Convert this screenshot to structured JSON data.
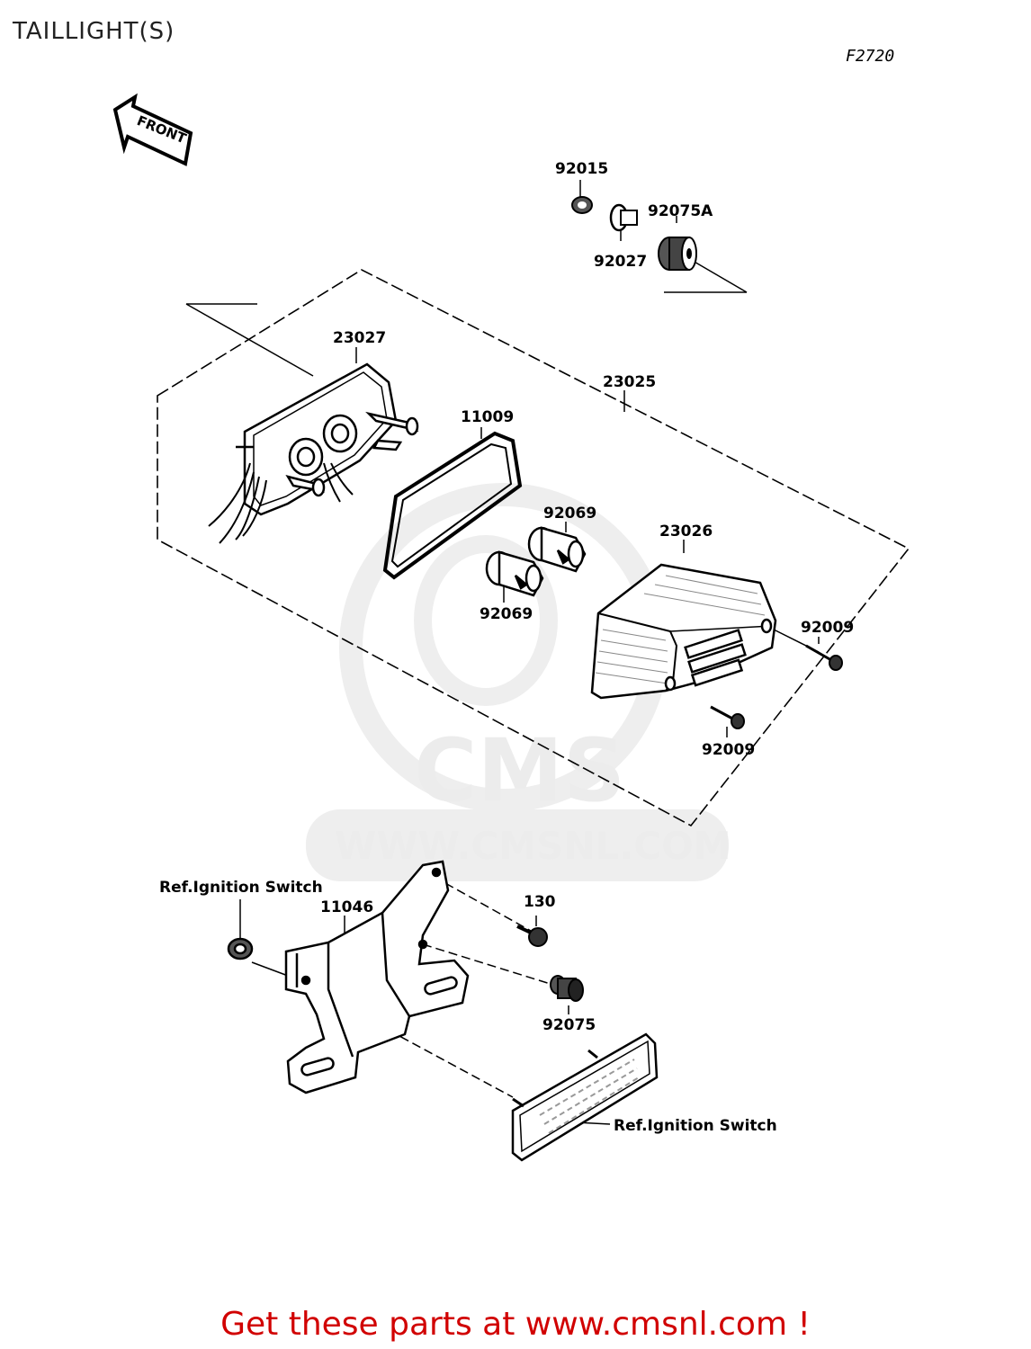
{
  "title": "TAILLIGHT(S)",
  "figure_code": "F2720",
  "front_arrow": "FRONT",
  "watermark": {
    "brand": "CMS",
    "url": "WWW.CMSNL.COM"
  },
  "parts": [
    {
      "number": "92015"
    },
    {
      "number": "92075A"
    },
    {
      "number": "92027"
    },
    {
      "number": "23027"
    },
    {
      "number": "23025"
    },
    {
      "number": "11009"
    },
    {
      "number": "92069"
    },
    {
      "number": "23026"
    },
    {
      "number": "92069"
    },
    {
      "number": "92009"
    },
    {
      "number": "92009"
    },
    {
      "number": "Ref.Ignition Switch"
    },
    {
      "number": "11046"
    },
    {
      "number": "130"
    },
    {
      "number": "92075"
    },
    {
      "number": "Ref.Ignition Switch"
    }
  ],
  "footer": "Get these parts at www.cmsnl.com !"
}
